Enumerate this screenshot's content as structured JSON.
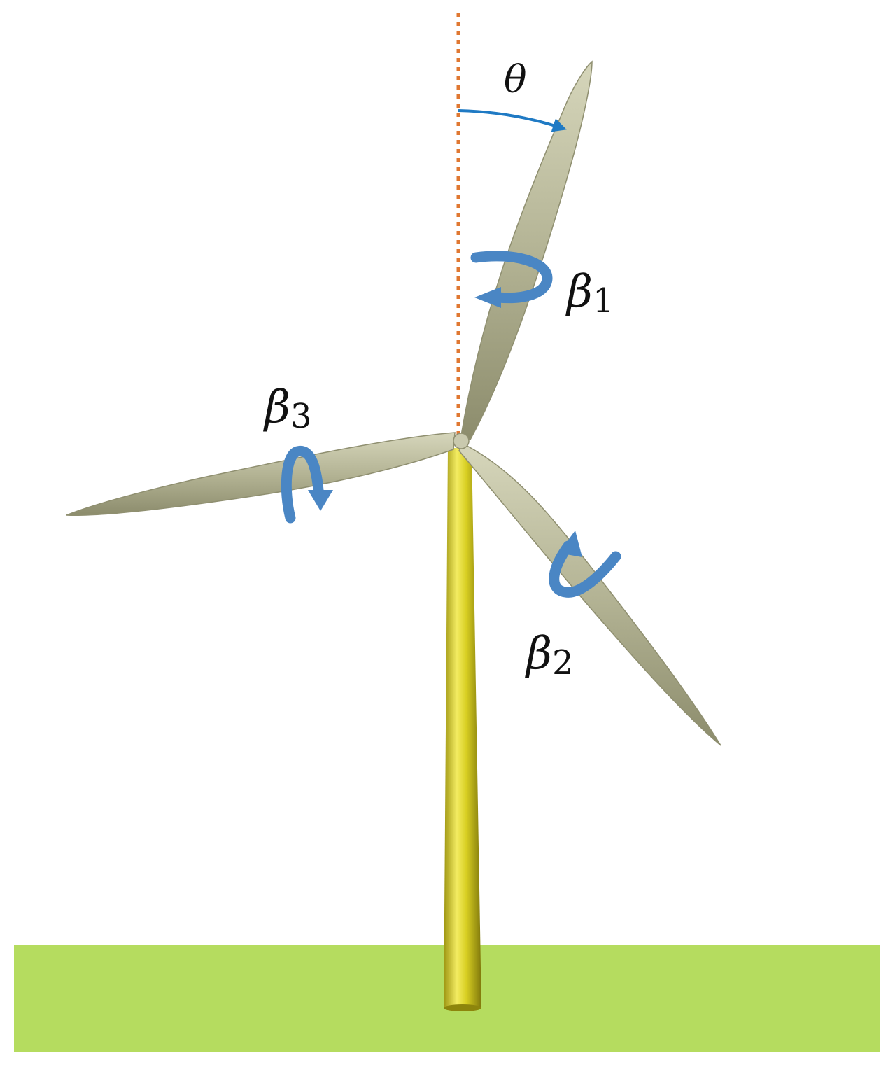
{
  "labels": {
    "theta": "θ",
    "beta1": {
      "main": "β",
      "sub": "1"
    },
    "beta2": {
      "main": "β",
      "sub": "2"
    },
    "beta3": {
      "main": "β",
      "sub": "3"
    }
  },
  "colors": {
    "ground": "#b5dc5f",
    "tower": "#d8cf22",
    "blade": "#b4b495",
    "reference_line": "#e07832",
    "arrow": "#4a86c4"
  },
  "icons": {
    "pitch_arrow": "curved-rotation-arrow",
    "angle_arrow": "arc-arrow"
  }
}
